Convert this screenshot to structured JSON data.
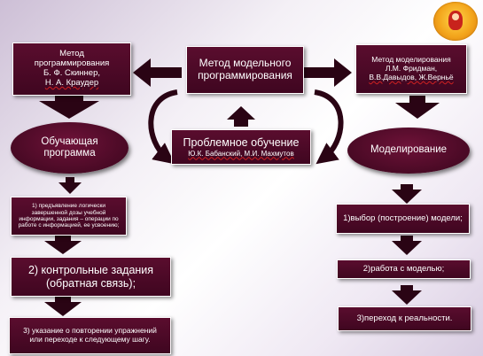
{
  "boxes": {
    "skinner": {
      "line1": "Метод",
      "line2": "программирования",
      "line3": "Б. Ф. Скиннер,",
      "line4": "Н. А. Краудер"
    },
    "model_method": {
      "line1": "Метод модельного",
      "line2": "программирования"
    },
    "fridman": {
      "line1": "Метод моделирования",
      "line2": "Л.М. Фридман,",
      "line3": "В.В.Давыдов, Ж.Верньё"
    },
    "problem": {
      "title": "Проблемное обучение",
      "authors": "Ю.К. Бабанский, М.И. Махмутов"
    },
    "step1_left": "1) предъявление логически завершенной дозы учебной информации, задания – операции по работе с информацией, ее усвоению;",
    "step2_left": "2) контрольные задания (обратная связь);",
    "step3_left": "3) указание о повторении упражнений или переходе к следующему шагу.",
    "step1_right": "1)выбор (построение) модели;",
    "step2_right": "2)работа с моделью;",
    "step3_right": "3)переход к реальности."
  },
  "ovals": {
    "teaching_program": {
      "line1": "Обучающая",
      "line2": "программа"
    },
    "modeling": "Моделирование"
  },
  "colors": {
    "box_fill": "#4a0a26",
    "arrow_fill": "#2a0414",
    "text": "#ffffff"
  },
  "logo": {
    "icon": "matryoshka-logo-icon"
  }
}
